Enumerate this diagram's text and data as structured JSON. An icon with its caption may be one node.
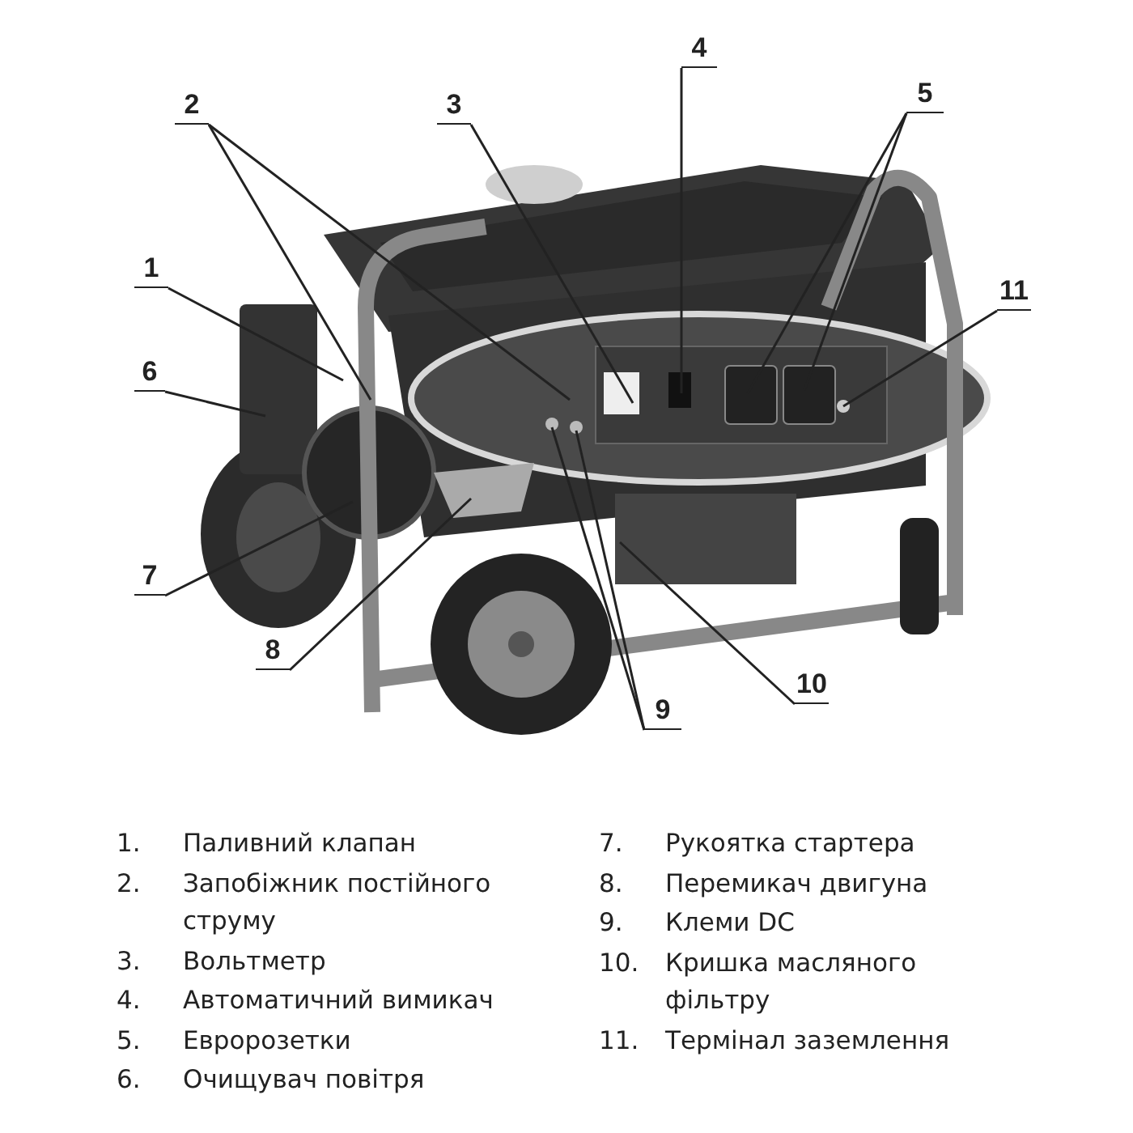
{
  "diagram": {
    "nodes": [
      {
        "text": [
          "1"
        ]
      },
      {
        "text": [
          "2"
        ]
      },
      {
        "text": [
          "3"
        ]
      },
      {
        "text": [
          "4"
        ]
      },
      {
        "text": [
          "5"
        ]
      },
      {
        "text": [
          "6"
        ]
      },
      {
        "text": [
          "7"
        ]
      },
      {
        "text": [
          "8"
        ]
      },
      {
        "text": [
          "9"
        ]
      },
      {
        "text": [
          "10"
        ]
      },
      {
        "text": [
          "11"
        ]
      }
    ],
    "edges": [
      {
        "from": 0,
        "to": null,
        "arrow": "none"
      },
      {
        "from": 1,
        "to": null,
        "arrow": "none"
      },
      {
        "from": 1,
        "to": null,
        "arrow": "none"
      },
      {
        "from": 2,
        "to": null,
        "arrow": "none"
      },
      {
        "from": 3,
        "to": null,
        "arrow": "none"
      },
      {
        "from": 4,
        "to": null,
        "arrow": "none"
      },
      {
        "from": 4,
        "to": null,
        "arrow": "none"
      },
      {
        "from": 5,
        "to": null,
        "arrow": "none"
      },
      {
        "from": 6,
        "to": null,
        "arrow": "none"
      },
      {
        "from": 7,
        "to": null,
        "arrow": "none"
      },
      {
        "from": 8,
        "to": null,
        "arrow": "none"
      },
      {
        "from": 8,
        "to": null,
        "arrow": "none"
      },
      {
        "from": 9,
        "to": null,
        "arrow": "none"
      },
      {
        "from": 10,
        "to": null,
        "arrow": "none"
      }
    ],
    "labels": [
      "1.",
      "Паливний клапан",
      "2.",
      "Запобіжник постійного струму",
      "3.",
      "Вольтметр",
      "4.",
      "Автоматичний вимикач",
      "5.",
      "Евророзетки",
      "6.",
      "Очищувач повітря",
      "7.",
      "Рукоятка стартера",
      "8.",
      "Перемикач двигуна",
      "9.",
      "Клеми DC",
      "10.",
      "Кришка масляного фільтру",
      "11.",
      "Термінал заземлення"
    ]
  }
}
